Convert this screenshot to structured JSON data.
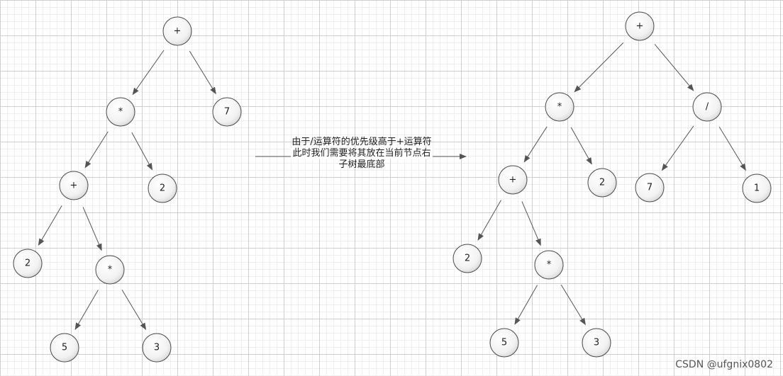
{
  "annotation": {
    "line1": "由于/运算符的优先级高于+运算符",
    "line2": "此时我们需要将其放在当前节点右",
    "line3": "子树最底部"
  },
  "watermark": "CSDN @ufgnix0802",
  "left_tree": {
    "nodes": [
      {
        "id": "L1",
        "label": "+"
      },
      {
        "id": "L2",
        "label": "*"
      },
      {
        "id": "L3",
        "label": "7"
      },
      {
        "id": "L4",
        "label": "+"
      },
      {
        "id": "L5",
        "label": "2"
      },
      {
        "id": "L6",
        "label": "2"
      },
      {
        "id": "L7",
        "label": "*"
      },
      {
        "id": "L8",
        "label": "5"
      },
      {
        "id": "L9",
        "label": "3"
      }
    ],
    "edges": [
      [
        "L1",
        "L2"
      ],
      [
        "L1",
        "L3"
      ],
      [
        "L2",
        "L4"
      ],
      [
        "L2",
        "L5"
      ],
      [
        "L4",
        "L6"
      ],
      [
        "L4",
        "L7"
      ],
      [
        "L7",
        "L8"
      ],
      [
        "L7",
        "L9"
      ]
    ]
  },
  "right_tree": {
    "nodes": [
      {
        "id": "R1",
        "label": "+"
      },
      {
        "id": "R2",
        "label": "*"
      },
      {
        "id": "R3",
        "label": "/"
      },
      {
        "id": "R4",
        "label": "+"
      },
      {
        "id": "R5",
        "label": "2"
      },
      {
        "id": "R6",
        "label": "7"
      },
      {
        "id": "R7",
        "label": "1"
      },
      {
        "id": "R8",
        "label": "2"
      },
      {
        "id": "R9",
        "label": "*"
      },
      {
        "id": "R10",
        "label": "5"
      },
      {
        "id": "R11",
        "label": "3"
      }
    ],
    "edges": [
      [
        "R1",
        "R2"
      ],
      [
        "R1",
        "R3"
      ],
      [
        "R2",
        "R4"
      ],
      [
        "R2",
        "R5"
      ],
      [
        "R3",
        "R6"
      ],
      [
        "R3",
        "R7"
      ],
      [
        "R4",
        "R8"
      ],
      [
        "R4",
        "R9"
      ],
      [
        "R9",
        "R10"
      ],
      [
        "R9",
        "R11"
      ]
    ]
  }
}
